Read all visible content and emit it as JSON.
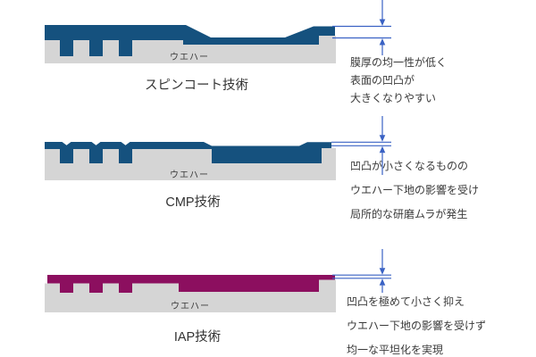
{
  "panels": [
    {
      "title": "スピンコート技術",
      "wafer_label": "ウエハー",
      "annotation": [
        "膜厚の均一性が低く",
        "表面の凹凸が",
        "大きくなりやすい"
      ]
    },
    {
      "title": "CMP技術",
      "wafer_label": "ウエハー",
      "annotation": [
        "凹凸が小さくなるものの",
        "ウエハー下地の影響を受け",
        "局所的な研磨ムラが発生"
      ]
    },
    {
      "title": "IAP技術",
      "wafer_label": "ウエハー",
      "annotation": [
        "凹凸を極めて小さく抑え",
        "ウエハー下地の影響を受けず",
        "均一な平坦化を実現"
      ]
    }
  ],
  "colors": {
    "coating_blue": "#15517E",
    "coating_magenta": "#8C0F5F",
    "wafer_gray": "#D5D5D5",
    "dimension_blue": "#3A62C4",
    "text": "#3A3A3A"
  }
}
